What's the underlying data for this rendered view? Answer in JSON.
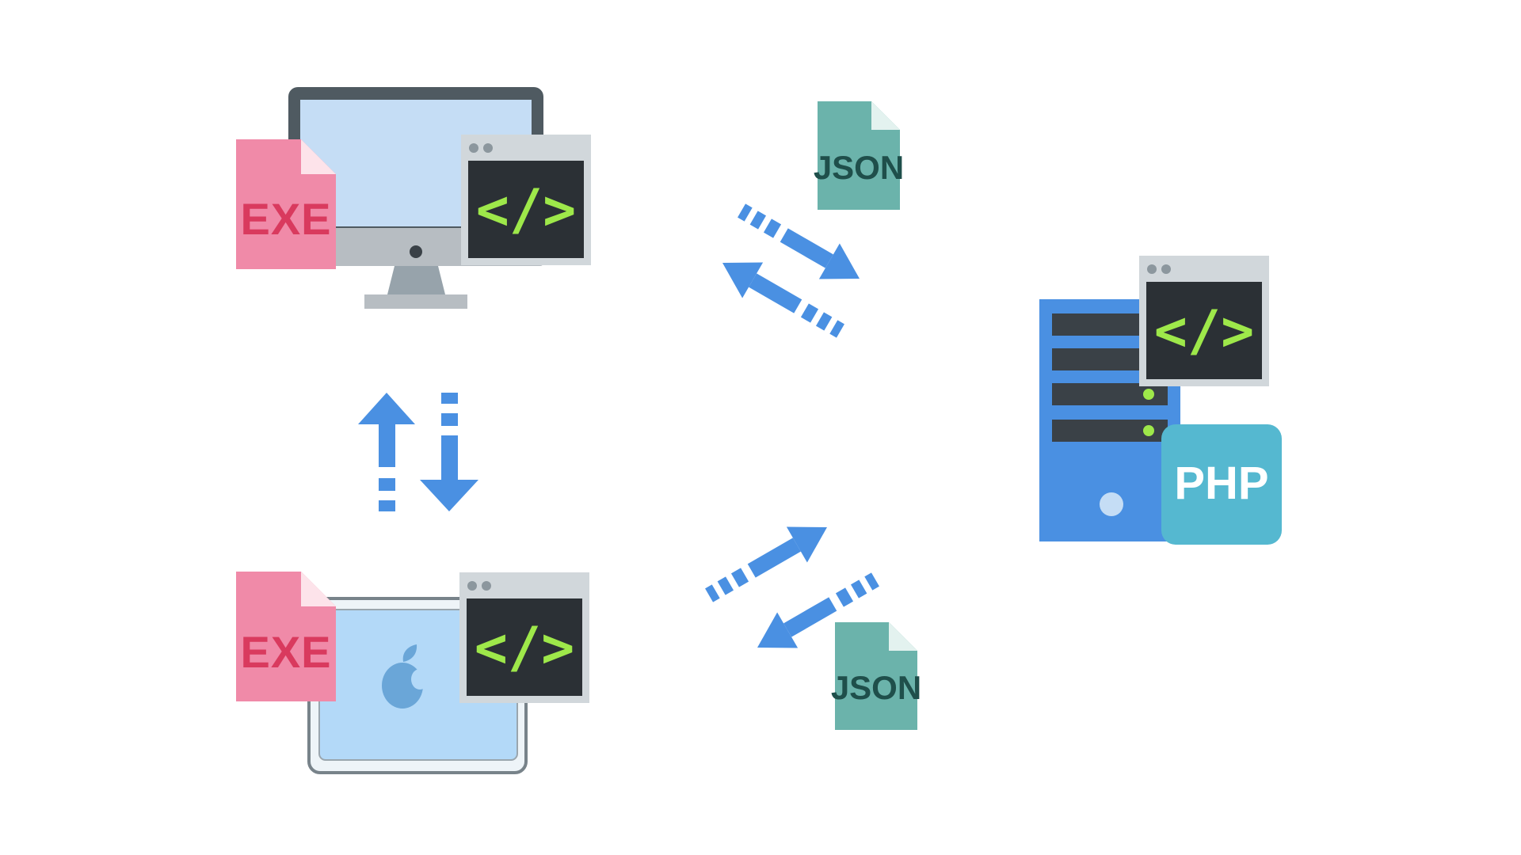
{
  "colors": {
    "background": "#ffffff",
    "arrow": "#4a90e2",
    "exe_file": "#f08aa8",
    "exe_text": "#d93a5e",
    "json_file": "#6bb3ab",
    "json_text": "#1f4f4b",
    "code_window_frame": "#d1d7db",
    "code_window_body": "#2b3035",
    "code_symbol": "#9ee84a",
    "server_body": "#4a90e2",
    "php_badge": "#55b8d0",
    "monitor_screen": "#c5ddf5",
    "laptop_screen": "#b3d9f8",
    "apple_logo": "#6aa6d8"
  },
  "labels": {
    "exe_top": "EXE",
    "exe_bottom": "EXE",
    "json_top": "JSON",
    "json_bottom": "JSON",
    "php": "PHP",
    "code_desktop": "</>",
    "code_mac": "</>",
    "code_server": "</>"
  },
  "icons": {
    "desktop": "desktop-monitor-icon",
    "mac": "apple-logo-icon",
    "server": "server-tower-icon",
    "exe": "exe-file-icon",
    "json": "json-file-icon",
    "code": "code-window-icon",
    "arrow": "arrow-icon"
  }
}
